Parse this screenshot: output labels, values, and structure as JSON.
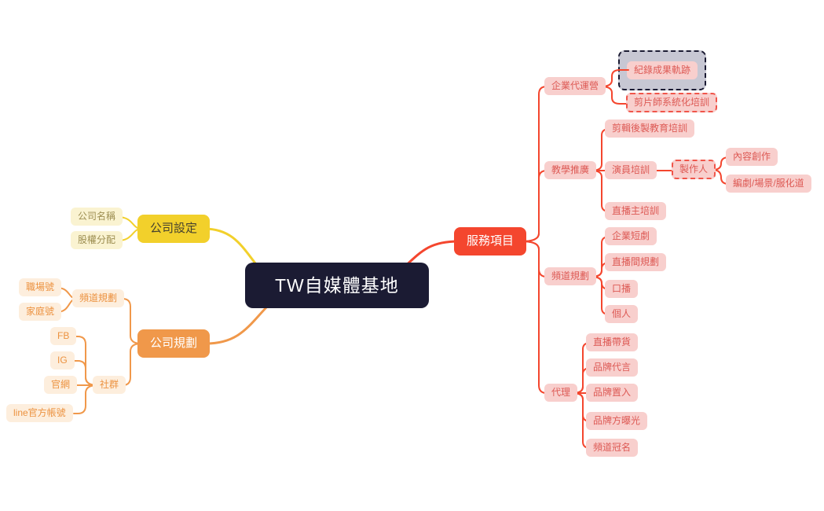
{
  "colors": {
    "background": "#ffffff",
    "root_bg": "#1b1b33",
    "root_text": "#ffffff",
    "yellow_branch": "#f2d02b",
    "yellow_leaf_bg": "#faf3d1",
    "yellow_leaf_text": "#9d8e51",
    "yellow_main_text": "#45412f",
    "orange_branch": "#f0984a",
    "orange_leaf_bg": "#fdeedd",
    "orange_leaf_text": "#ec9240",
    "red_branch": "#f4462e",
    "pink_leaf_bg": "#f8cfcd",
    "pink_leaf_text": "#dd5a55",
    "dashed_red_border": "#f0554a",
    "selection_border": "#1b1b33",
    "selection_bg": "#c7c7d3"
  },
  "mindmap": {
    "root": {
      "label": "TW自媒體基地"
    },
    "company_setup": {
      "label": "公司設定",
      "company_name": {
        "label": "公司名稱"
      },
      "equity_distribution": {
        "label": "股權分配"
      }
    },
    "company_planning": {
      "label": "公司規劃",
      "channel_planning": {
        "label": "頻道規劃",
        "workplace_account": {
          "label": "職場號"
        },
        "family_account": {
          "label": "家庭號"
        }
      },
      "social": {
        "label": "社群",
        "fb": {
          "label": "FB"
        },
        "ig": {
          "label": "IG"
        },
        "website": {
          "label": "官網"
        },
        "line_official": {
          "label": "line官方帳號"
        }
      }
    },
    "services": {
      "label": "服務項目",
      "enterprise_operation": {
        "label": "企業代運營",
        "record_results": {
          "label": "紀錄成果軌跡",
          "selected": true
        },
        "editor_training": {
          "label": "剪片師系統化培訓"
        }
      },
      "teaching_promotion": {
        "label": "教學推廣",
        "post_production_training": {
          "label": "剪輯後製教育培訓"
        },
        "actor_training": {
          "label": "演員培訓",
          "producer": {
            "label": "製作人",
            "content_creation": {
              "label": "內容創作"
            },
            "screenwriting_scenes": {
              "label": "編劇/場景/服化道"
            }
          }
        },
        "streamer_training": {
          "label": "直播主培訓"
        }
      },
      "channel_planning": {
        "label": "頻道規劃",
        "enterprise_short_drama": {
          "label": "企業短劇"
        },
        "live_room_planning": {
          "label": "直播間規劃"
        },
        "voiceover": {
          "label": "口播"
        },
        "personal": {
          "label": "個人"
        }
      },
      "agency": {
        "label": "代理",
        "live_commerce": {
          "label": "直播帶貨"
        },
        "brand_endorsement": {
          "label": "品牌代言"
        },
        "brand_placement": {
          "label": "品牌置入"
        },
        "brand_exposure": {
          "label": "品牌方曝光"
        },
        "channel_naming": {
          "label": "頻道冠名"
        }
      }
    }
  }
}
